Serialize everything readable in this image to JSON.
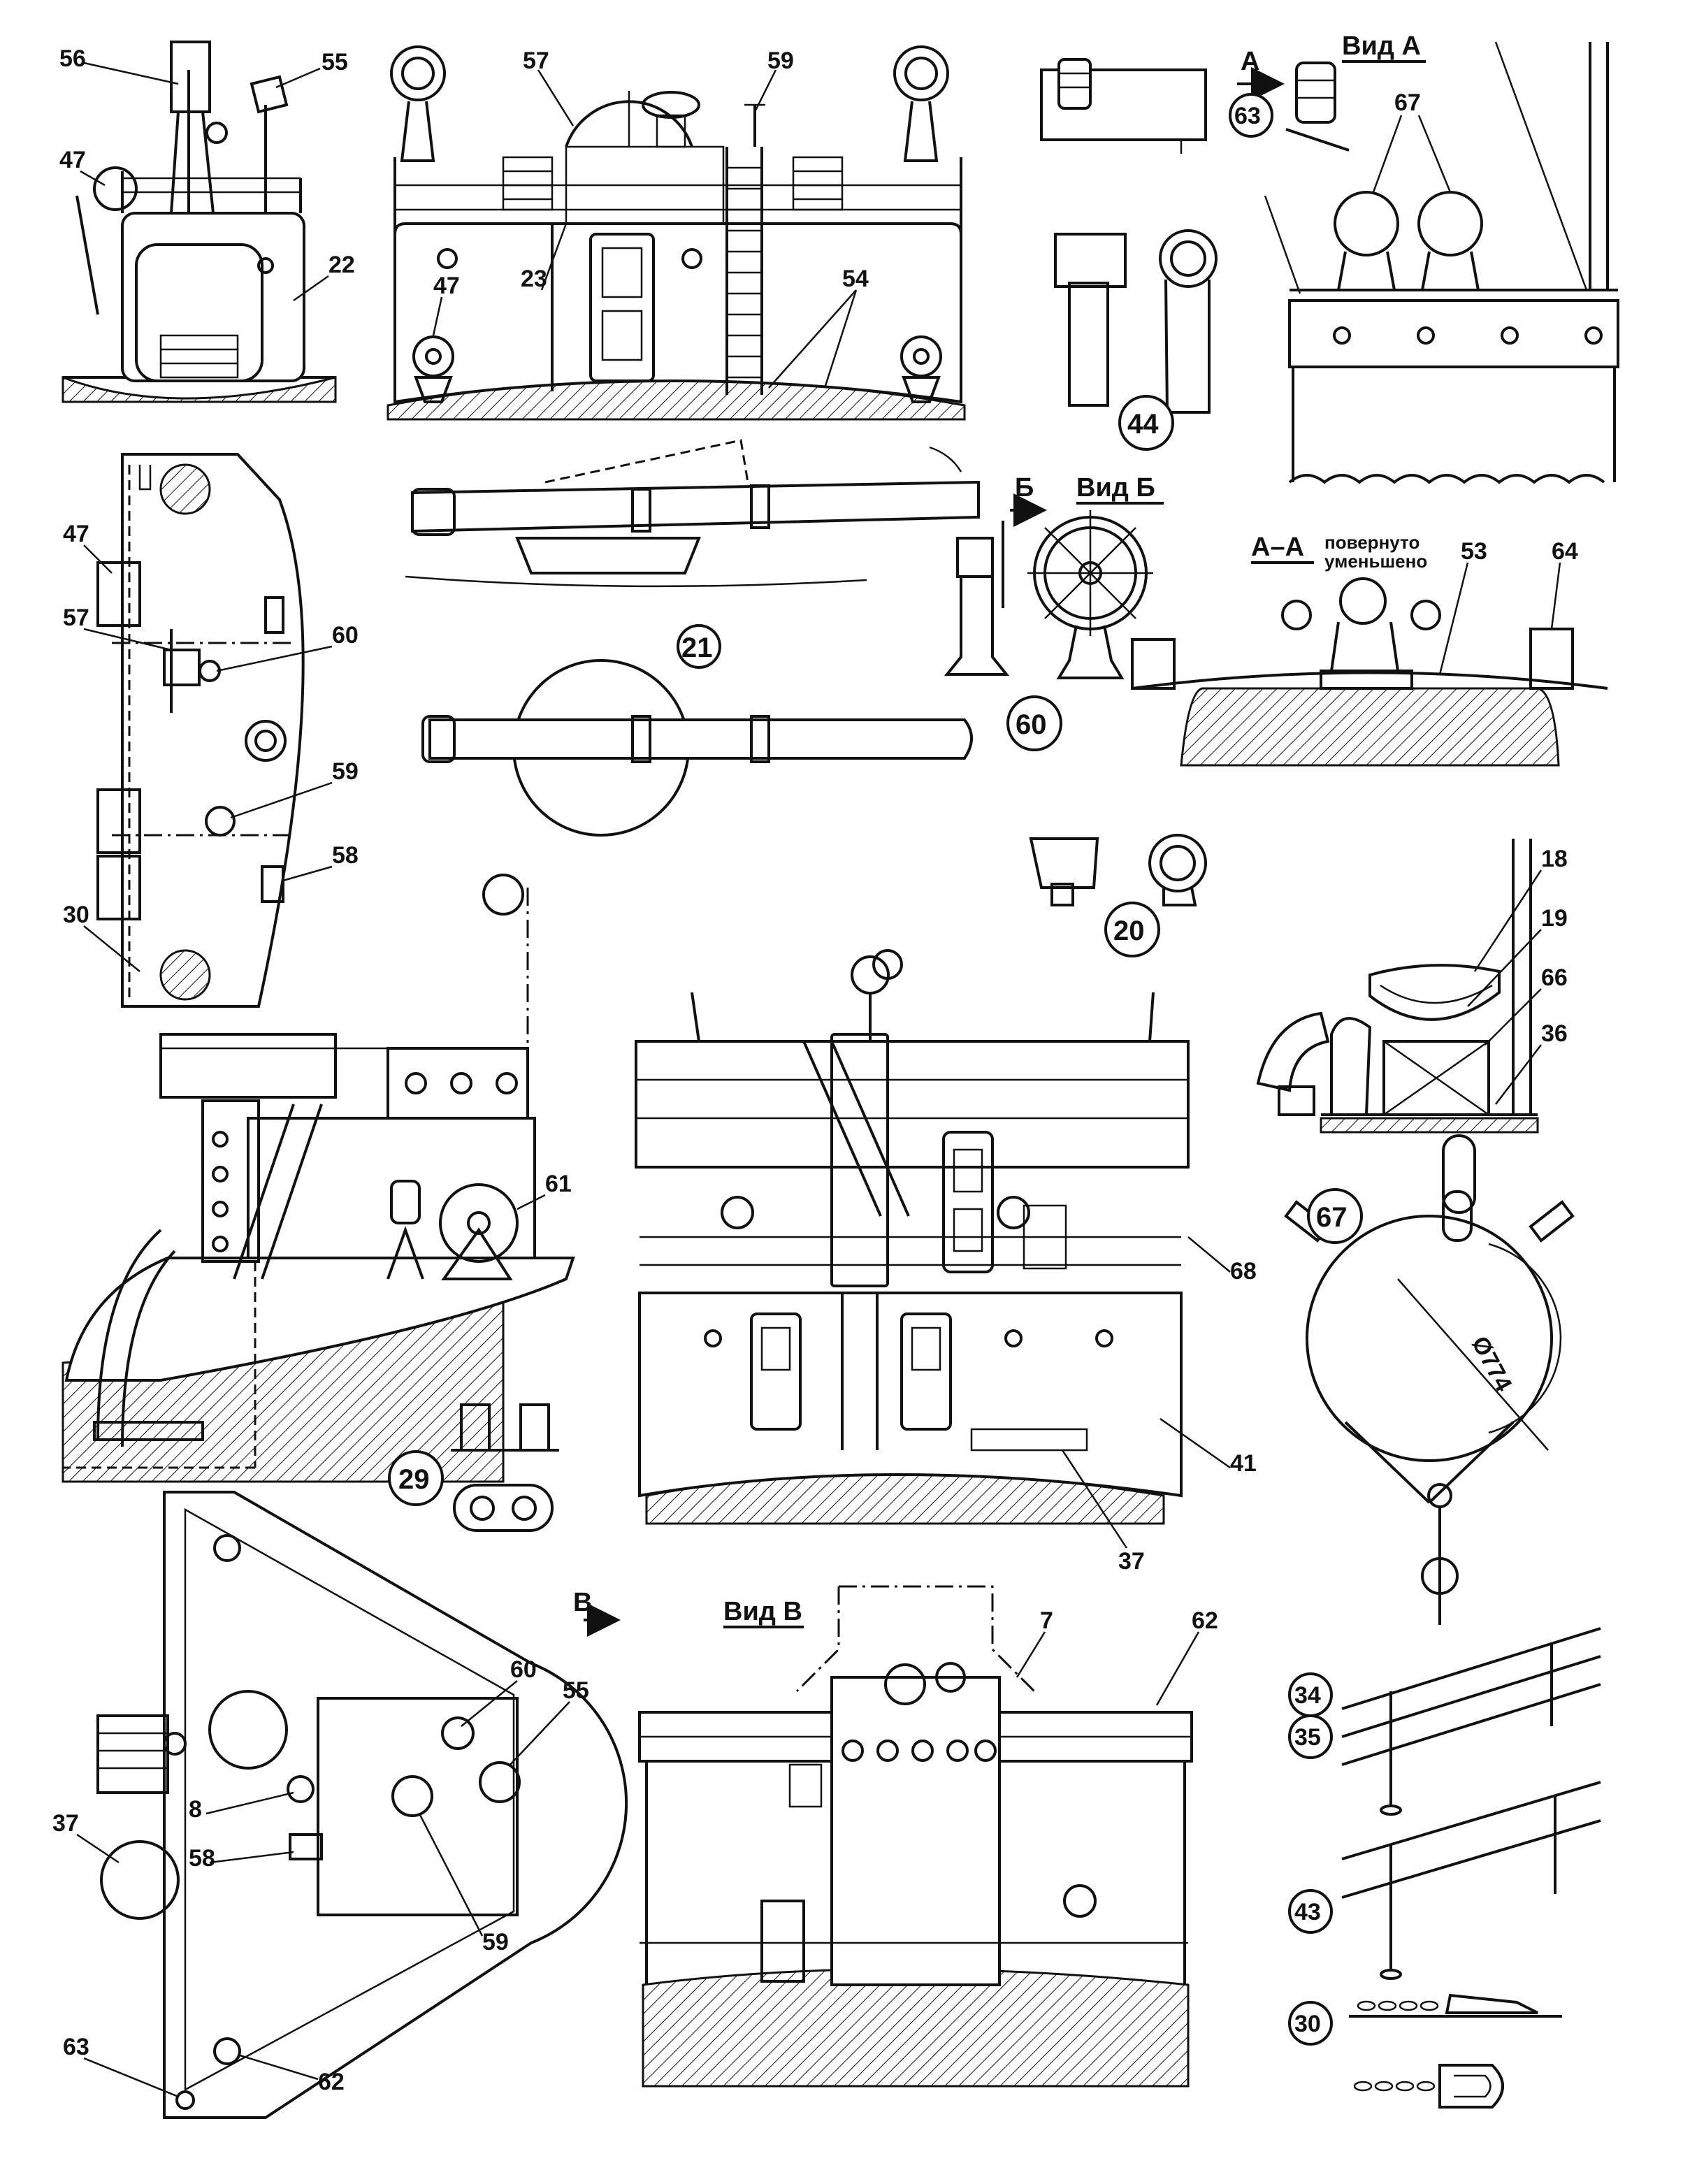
{
  "title_views": {
    "view_a": "Вид А",
    "arrow_a": "А",
    "view_b": "Вид Б",
    "arrow_b": "Б",
    "view_v": "Вид В",
    "arrow_v": "В",
    "section_aa": "А–А",
    "section_note_1": "повернуто",
    "section_note_2": "уменьшено"
  },
  "callouts": {
    "c56": "56",
    "c55_top": "55",
    "c47_top": "47",
    "c22": "22",
    "c57_top": "57",
    "c59_top": "59",
    "c23": "23",
    "c47_mid": "47",
    "c54": "54",
    "c67_top": "67",
    "c47_plan": "47",
    "c57_plan": "57",
    "c60_plan": "60",
    "c59_plan": "59",
    "c58_plan": "58",
    "c30_plan": "30",
    "c53": "53",
    "c64": "64",
    "c18": "18",
    "c19": "19",
    "c66": "66",
    "c36": "36",
    "c61": "61",
    "c68": "68",
    "c41": "41",
    "c37_mid": "37",
    "c60_low": "60",
    "c55_low": "55",
    "c8": "8",
    "c58_low": "58",
    "c59_low": "59",
    "c37_low": "37",
    "c63_low": "63",
    "c62_low": "62",
    "c7": "7",
    "c62_right": "62"
  },
  "circled_numbers": {
    "n63": "63",
    "n44": "44",
    "n21": "21",
    "n60": "60",
    "n20": "20",
    "n29": "29",
    "n67": "67",
    "n34": "34",
    "n35": "35",
    "n43": "43",
    "n30": "30"
  },
  "dimension": "Ø774",
  "colors": {
    "ink": "#111111",
    "paper": "#ffffff"
  }
}
